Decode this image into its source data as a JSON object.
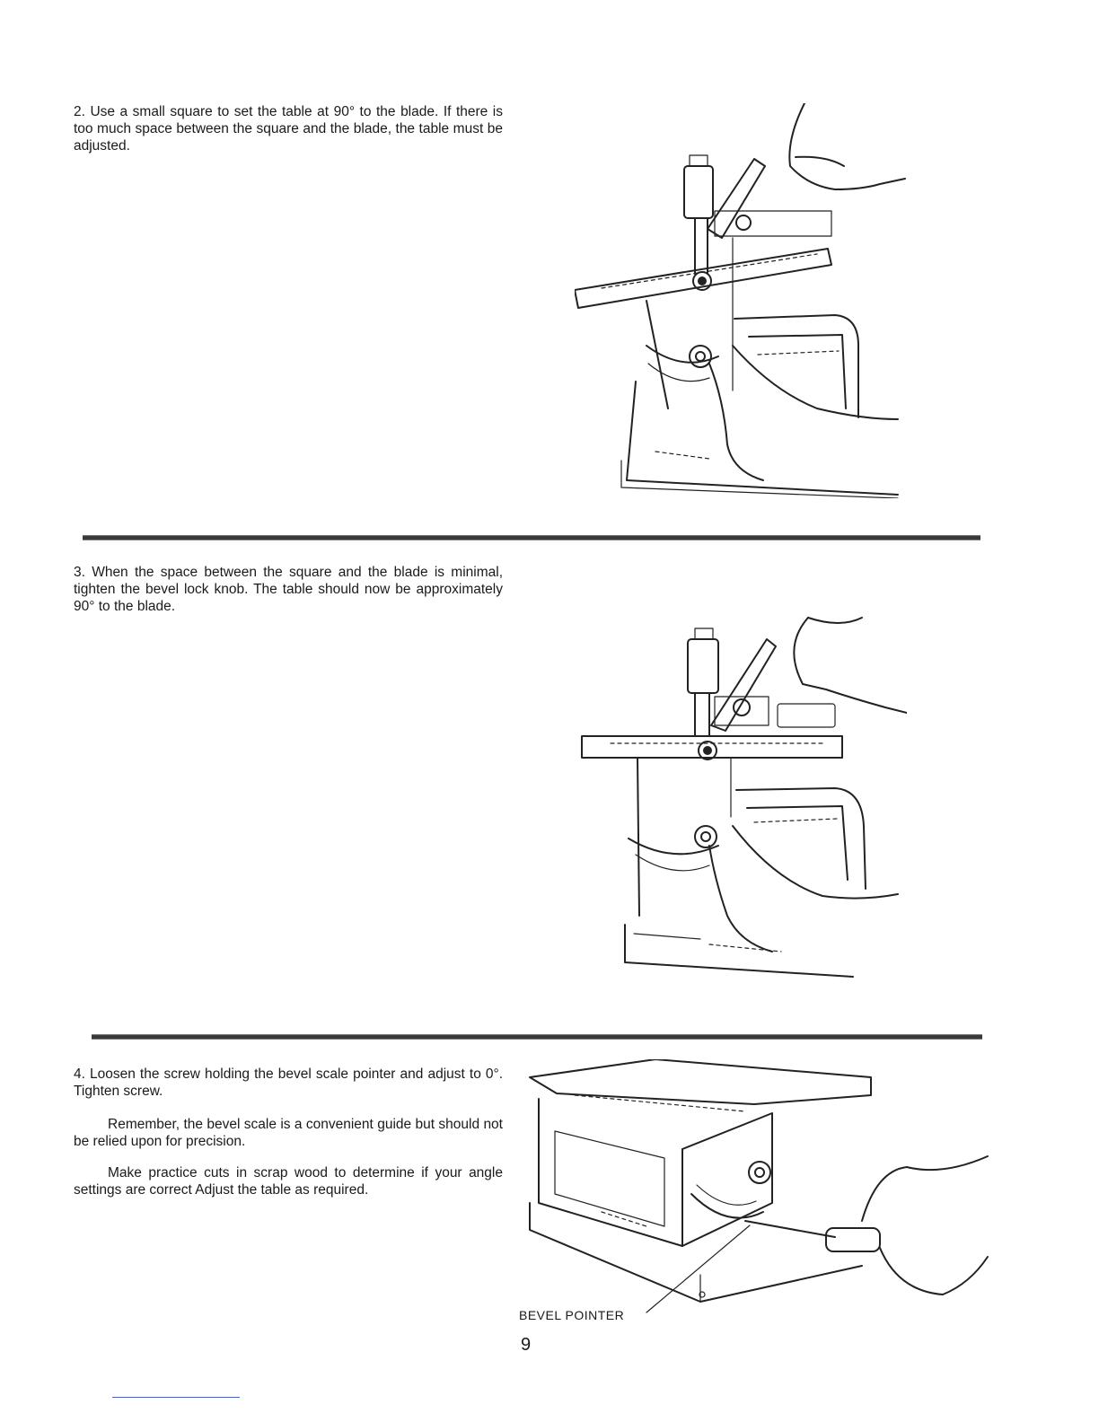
{
  "steps": [
    {
      "text": "2.  Use a small square to set the table at 90° to the blade. If there is too much space between the square and the blade, the table must be adjusted."
    },
    {
      "text": "3.  When the space between the square and the blade is minimal, tighten the bevel lock knob.  The table should now be approximately 90° to the blade."
    },
    {
      "text": "4.  Loosen the screw holding the bevel scale pointer and adjust to 0°.  Tighten screw."
    }
  ],
  "notes": [
    "Remember, the bevel scale is a convenient guide but should not be relied upon for precision.",
    "Make practice cuts in scrap wood to determine if your angle settings are correct  Adjust the table as required."
  ],
  "callout_label": "BEVEL POINTER",
  "page_number": "9"
}
